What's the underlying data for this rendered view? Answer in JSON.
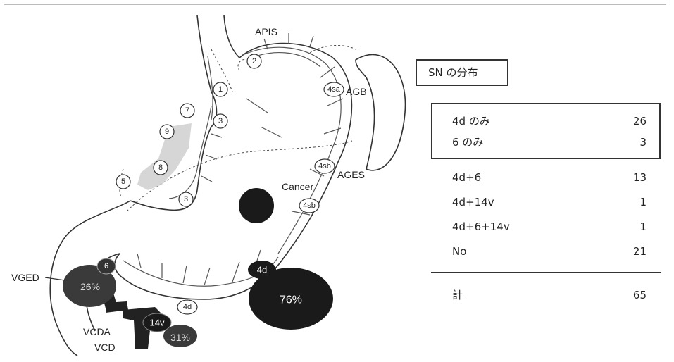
{
  "diagram": {
    "labels": {
      "apis": "APIS",
      "agb": "AGB",
      "ages": "AGES",
      "cancer": "Cancer",
      "vged": "VGED",
      "vcda": "VCDA",
      "vcd": "VCD"
    },
    "stations": [
      "1",
      "2",
      "3",
      "3",
      "5",
      "7",
      "8",
      "9",
      "6"
    ],
    "node_4sa": "4sa",
    "node_4sb_1": "4sb",
    "node_4sb_2": "4sb",
    "node_4d_small": "4d",
    "node_4d_big": "4d",
    "node_14v": "14v",
    "pct_6": "26%",
    "pct_4d": "76%",
    "pct_14v": "31%"
  },
  "sn_table": {
    "title": "SN の分布",
    "rows": [
      {
        "name": "4d のみ",
        "value": "26"
      },
      {
        "name": "6 のみ",
        "value": "3"
      },
      {
        "name": "4d+6",
        "value": "13"
      },
      {
        "name": "4d+14v",
        "value": "1"
      },
      {
        "name": "4d+6+14v",
        "value": "1"
      },
      {
        "name": "No",
        "value": "21"
      }
    ],
    "total": {
      "name": "計",
      "value": "65"
    }
  }
}
